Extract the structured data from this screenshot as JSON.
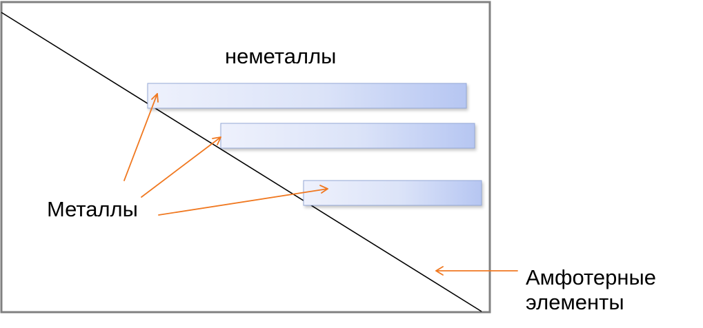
{
  "diagram": {
    "labels": {
      "nonmetals": "неметаллы",
      "metals": "Металлы",
      "amphoteric_line1": "Амфотерные",
      "amphoteric_line2": "элементы"
    },
    "colors": {
      "frame": "#808080",
      "divider": "#000000",
      "arrow": "#f07820",
      "bar_fill_light": "#eef1fc",
      "bar_fill_dark": "#b6c6f2",
      "bar_border": "#94a8d6",
      "text": "#000000"
    }
  }
}
